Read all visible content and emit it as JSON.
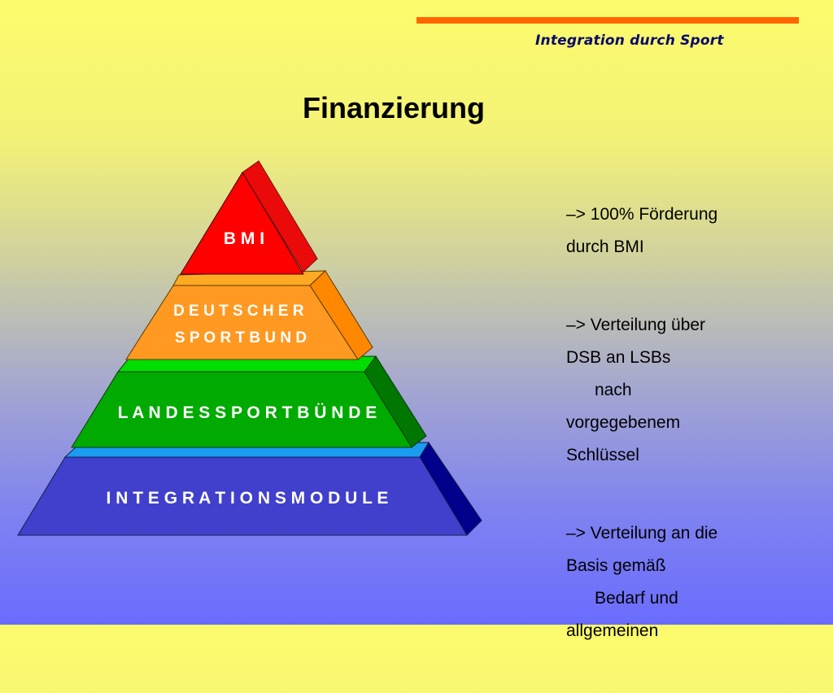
{
  "header": {
    "accent_color": "#ff6600",
    "title": "Integration durch Sport"
  },
  "page_title": "Finanzierung",
  "pyramid": {
    "levels": [
      {
        "name": "bmi",
        "lines": [
          "B M I"
        ],
        "color": "#ff0000"
      },
      {
        "name": "deutscher-sportbund",
        "lines": [
          "D E U T S C H E R",
          "S P O R T B U N D"
        ],
        "color": "#ff9900"
      },
      {
        "name": "landessportbuende",
        "lines": [
          "L A N D E S S P O R T B Ü N D E"
        ],
        "color": "#00aa00"
      },
      {
        "name": "integrationsmodule",
        "lines": [
          "I N T E G R A T I O N S M O D U L E"
        ],
        "color": "#3333cc"
      }
    ]
  },
  "notes": [
    {
      "lines": [
        "–> 100% Förderung",
        "durch BMI"
      ]
    },
    {
      "lines": [
        "–> Verteilung über",
        "DSB an LSBs",
        "nach",
        "vorgegebenem",
        "Schlüssel"
      ]
    },
    {
      "lines": [
        "–> Verteilung an die",
        "Basis gemäß",
        "Bedarf und",
        "allgemeinen"
      ]
    }
  ]
}
